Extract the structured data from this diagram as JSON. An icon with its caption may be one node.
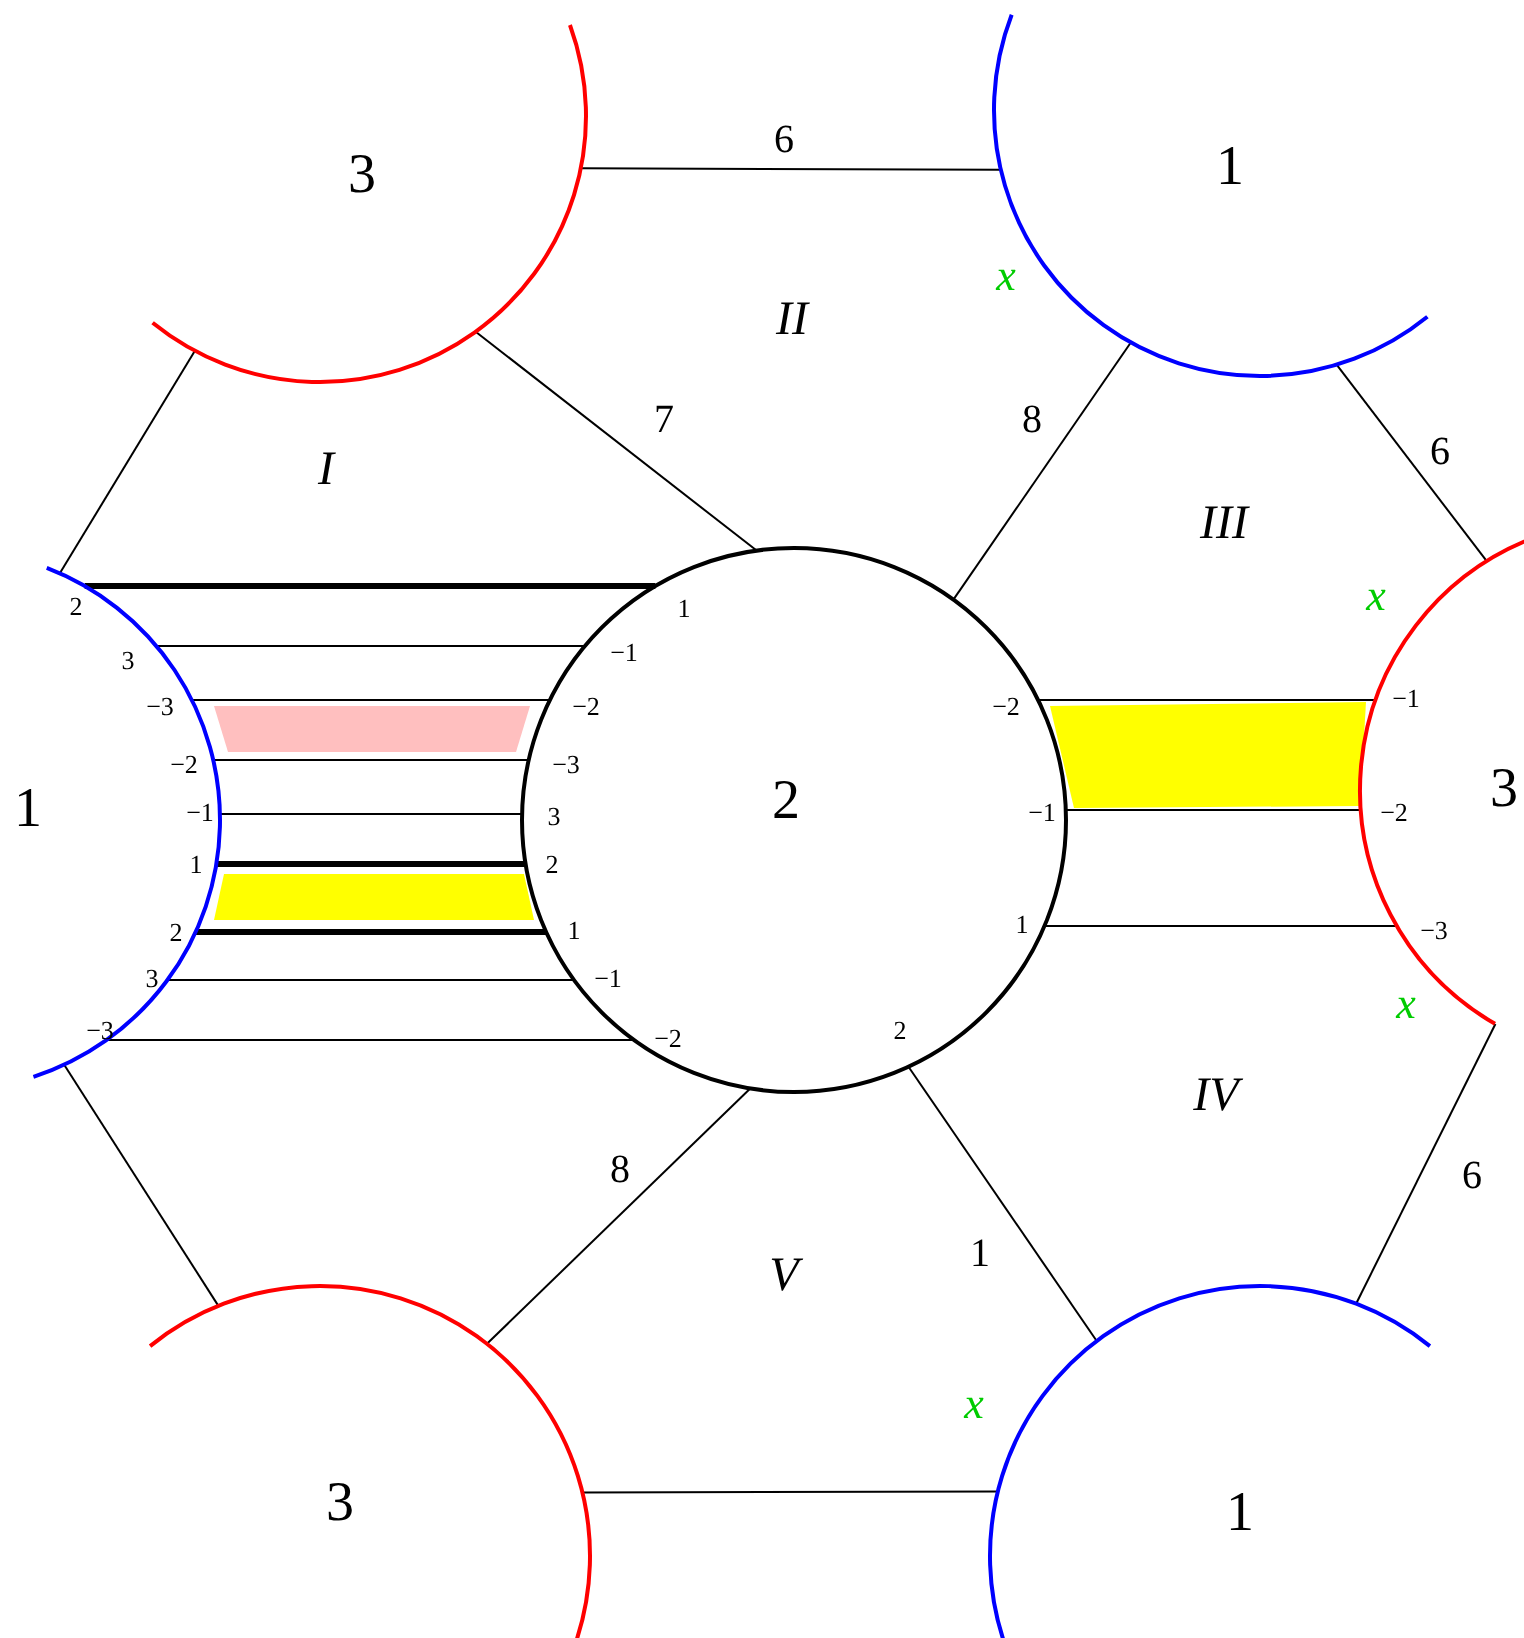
{
  "diagram": {
    "nodes": [
      {
        "text": [
          "3"
        ]
      },
      {
        "text": [
          "1"
        ]
      },
      {
        "text": [
          "1"
        ]
      },
      {
        "text": [
          "2"
        ]
      },
      {
        "text": [
          "3"
        ]
      },
      {
        "text": [
          "3"
        ]
      },
      {
        "text": [
          "1"
        ]
      },
      {
        "text": [],
        "shape": "band"
      },
      {
        "text": [],
        "shape": "band"
      },
      {
        "text": [],
        "shape": "band"
      }
    ],
    "edges": [
      {
        "from": 0,
        "to": 1,
        "arrow": "none",
        "label": "6"
      },
      {
        "from": 0,
        "to": 2,
        "arrow": "none"
      },
      {
        "from": 0,
        "to": 3,
        "arrow": "none",
        "label": "7"
      },
      {
        "from": 1,
        "to": 3,
        "arrow": "none",
        "label": "8"
      },
      {
        "from": 1,
        "to": 4,
        "arrow": "none",
        "label": "6"
      },
      {
        "from": 2,
        "to": 3,
        "arrow": "none",
        "style": "thick"
      },
      {
        "from": 2,
        "to": 3,
        "arrow": "none"
      },
      {
        "from": 2,
        "to": 3,
        "arrow": "none"
      },
      {
        "from": 2,
        "to": 3,
        "arrow": "none"
      },
      {
        "from": 2,
        "to": 3,
        "arrow": "none"
      },
      {
        "from": 2,
        "to": 3,
        "arrow": "none",
        "style": "thick"
      },
      {
        "from": 2,
        "to": 3,
        "arrow": "none",
        "style": "thick"
      },
      {
        "from": 2,
        "to": 3,
        "arrow": "none"
      },
      {
        "from": 2,
        "to": 3,
        "arrow": "none"
      },
      {
        "from": 3,
        "to": 4,
        "arrow": "none"
      },
      {
        "from": 3,
        "to": 4,
        "arrow": "none"
      },
      {
        "from": 3,
        "to": 4,
        "arrow": "none"
      },
      {
        "from": 2,
        "to": 5,
        "arrow": "none"
      },
      {
        "from": 3,
        "to": 5,
        "arrow": "none",
        "label": "8"
      },
      {
        "from": 3,
        "to": 6,
        "arrow": "none",
        "label": "1"
      },
      {
        "from": 4,
        "to": 6,
        "arrow": "none",
        "label": "6"
      },
      {
        "from": 5,
        "to": 6,
        "arrow": "none"
      }
    ],
    "labels": [
      "x",
      "II",
      "I",
      "III",
      "2",
      "1",
      "x",
      "3",
      "−1",
      "−3",
      "−2",
      "−2",
      "−1",
      "−2",
      "−3",
      "−1",
      "3",
      "−1",
      "−2",
      "1",
      "2",
      "2",
      "1",
      "1",
      "−3",
      "3",
      "−1",
      "x",
      "−3",
      "−2",
      "2",
      "IV",
      "V",
      "x"
    ]
  }
}
